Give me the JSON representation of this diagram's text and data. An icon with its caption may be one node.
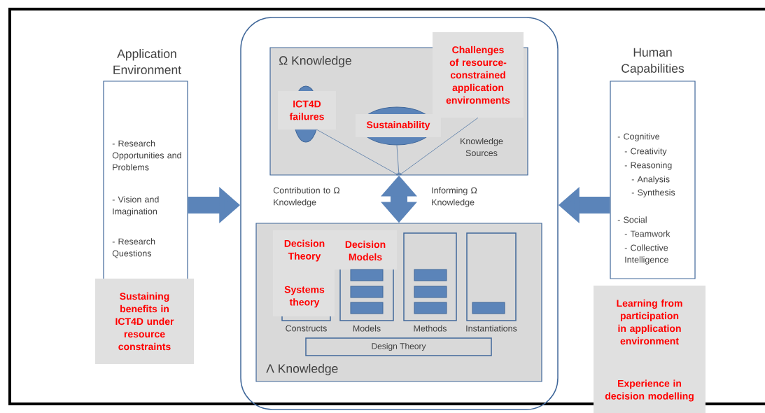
{
  "diagram": {
    "nodes": [
      {
        "text": [
          "Application Environment",
          "- Research Opportunities and Problems",
          "- Vision and Imagination",
          "- Research Questions"
        ]
      },
      {
        "text": [
          "Sustaining benefits in ICT4D under resource constraints"
        ]
      },
      {
        "text": [],
        "shape": "box"
      },
      {
        "text": [
          "Ω Knowledge",
          "Knowledge Sources"
        ],
        "in": 2
      },
      {
        "text": [
          "ICT4D failures"
        ],
        "in": 3
      },
      {
        "text": [
          "Sustainability"
        ],
        "in": 3
      },
      {
        "text": [
          "Challenges of resource-constrained application environments"
        ],
        "in": 2
      },
      {
        "text": [
          "Λ Knowledge"
        ],
        "in": 2
      },
      {
        "text": [
          "Decision Theory",
          "Systems theory",
          "Constructs"
        ],
        "in": 7
      },
      {
        "text": [
          "Decision Models",
          "Models"
        ],
        "in": 7
      },
      {
        "text": [
          "Methods"
        ],
        "in": 7
      },
      {
        "text": [
          "Instantiations"
        ],
        "in": 7
      },
      {
        "text": [
          "Design Theory"
        ],
        "in": 7
      },
      {
        "text": [
          "Human Capabilities",
          "- Cognitive",
          "- Creativity",
          "- Reasoning",
          "- Analysis",
          "- Synthesis",
          "- Social",
          "- Teamwork",
          "- Collective Intelligence"
        ]
      },
      {
        "text": [
          "Learning from participation in application environment",
          "Experience in decision modelling"
        ]
      }
    ],
    "edges": [
      {
        "from": 0,
        "to": 2,
        "arrow": "to",
        "style": "thick"
      },
      {
        "from": 13,
        "to": 2,
        "arrow": "to",
        "style": "thick"
      },
      {
        "from": 3,
        "to": 7,
        "arrow": "both",
        "style": "thick"
      },
      {
        "from": 4,
        "to": 3,
        "arrow": "to"
      },
      {
        "from": 5,
        "to": 3,
        "arrow": "to"
      },
      {
        "from": 6,
        "to": 3,
        "arrow": "to"
      }
    ],
    "labels": [
      "Contribution to Ω Knowledge",
      "Informing Ω Knowledge"
    ]
  }
}
